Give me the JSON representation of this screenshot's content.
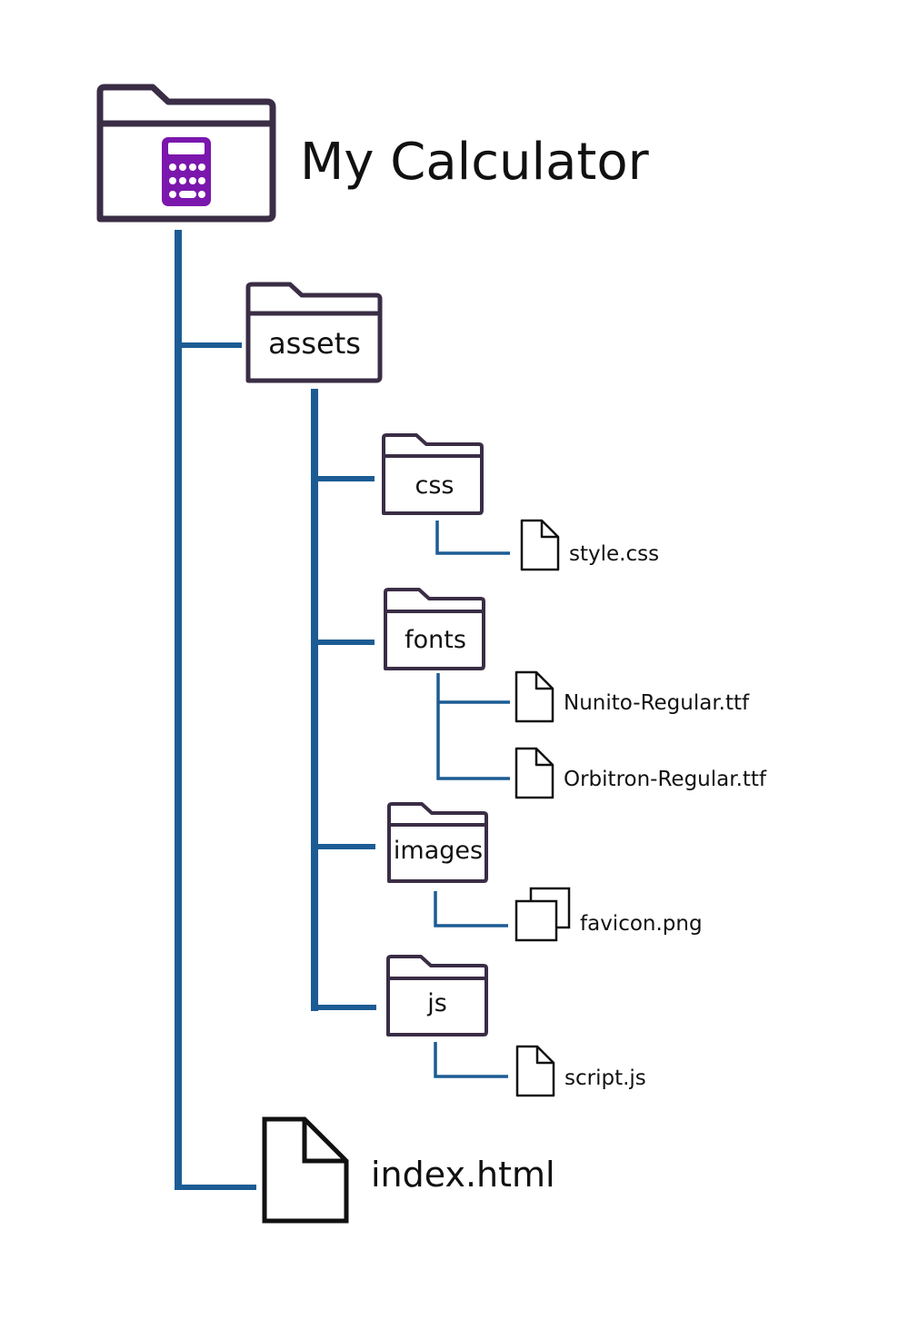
{
  "colors": {
    "tree_line": "#1c5c94",
    "folder_stroke": "#3a2d45",
    "file_stroke": "#111111",
    "calculator_icon": "#7b17ad"
  },
  "root": {
    "title": "My Calculator",
    "icon": "calculator-icon"
  },
  "assets": {
    "label": "assets",
    "folders": {
      "css": {
        "label": "css",
        "files": [
          "style.css"
        ]
      },
      "fonts": {
        "label": "fonts",
        "files": [
          "Nunito-Regular.ttf",
          "Orbitron-Regular.ttf"
        ]
      },
      "images": {
        "label": "images",
        "files": [
          "favicon.png"
        ]
      },
      "js": {
        "label": "js",
        "files": [
          "script.js"
        ]
      }
    }
  },
  "index_file": {
    "label": "index.html"
  }
}
